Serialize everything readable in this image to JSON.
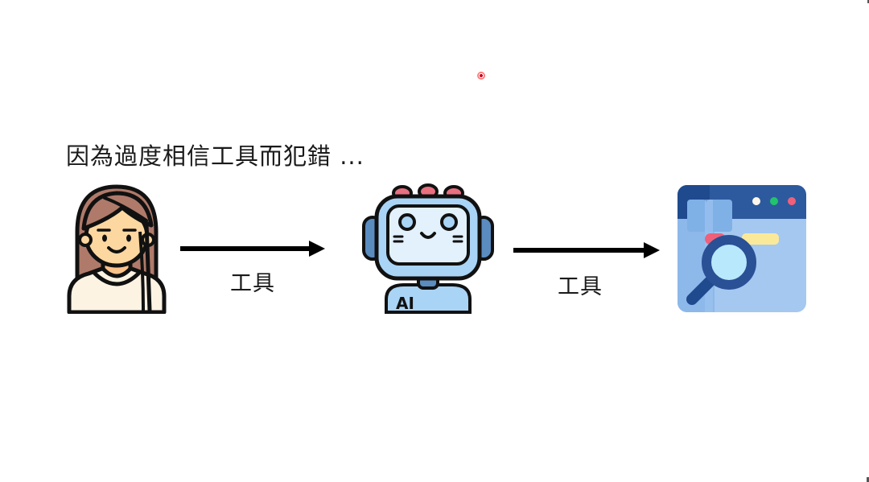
{
  "slide": {
    "title": "因為過度相信工具而犯錯 ...",
    "nodes": [
      {
        "id": "person",
        "icon": "woman-avatar-icon",
        "description": "Person with long brown hair"
      },
      {
        "id": "robot",
        "icon": "ai-robot-icon",
        "badge_text": "AI"
      },
      {
        "id": "browser",
        "icon": "browser-search-icon",
        "description": "Browser window with magnifying glass"
      }
    ],
    "edges": [
      {
        "from": "person",
        "to": "robot",
        "label": "工具"
      },
      {
        "from": "robot",
        "to": "browser",
        "label": "工具"
      }
    ]
  },
  "colors": {
    "background": "#ffffff",
    "text": "#1a1a1a",
    "arrow": "#000000",
    "laser_pointer": "#d0001a",
    "hair": "#b07a6a",
    "skin": "#fdd7a0",
    "shirt": "#fdf3e3",
    "robot_face": "#a9d4f5",
    "robot_screen": "#e2f1fc",
    "robot_ear": "#5b8cc0",
    "robot_antenna": "#e8707f",
    "browser_dark": "#2d5a9e",
    "browser_light": "#a5c8f0",
    "browser_mid": "#7fb0e6",
    "dot_white": "#fff8ea",
    "dot_green": "#21c46b",
    "dot_red": "#f0607a",
    "bar_yellow": "#fbe99a",
    "magnifier_ring": "#2a5096",
    "magnifier_glass": "#b8e8fb"
  }
}
